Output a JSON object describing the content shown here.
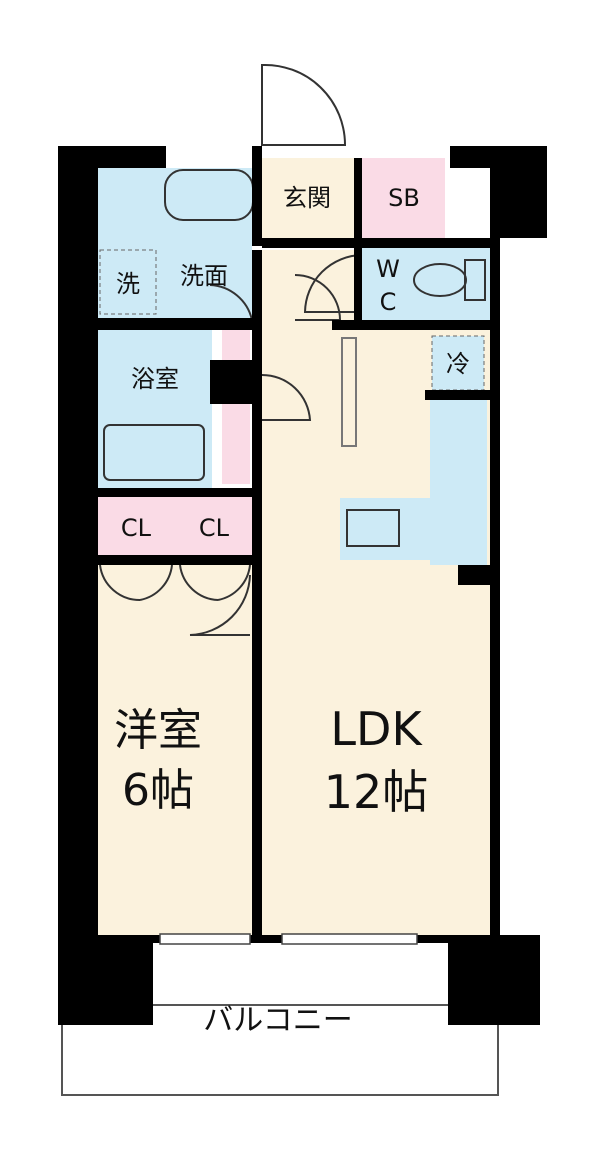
{
  "rooms": {
    "entrance": "玄関",
    "shoe_box": "SB",
    "washer": "洗",
    "washroom": "洗面",
    "toilet_line1": "W",
    "toilet_line2": "C",
    "bathroom": "浴室",
    "fridge": "冷",
    "closet_1": "CL",
    "closet_2": "CL",
    "western_room_name": "洋室",
    "western_room_size": "6帖",
    "ldk_name": "LDK",
    "ldk_size": "12帖",
    "balcony": "バルコニー"
  },
  "colors": {
    "wall": "#000000",
    "room_floor": "#fbf2dd",
    "wet_area": "#cdeaf6",
    "storage": "#fadbe6",
    "balcony": "#ffffff"
  }
}
